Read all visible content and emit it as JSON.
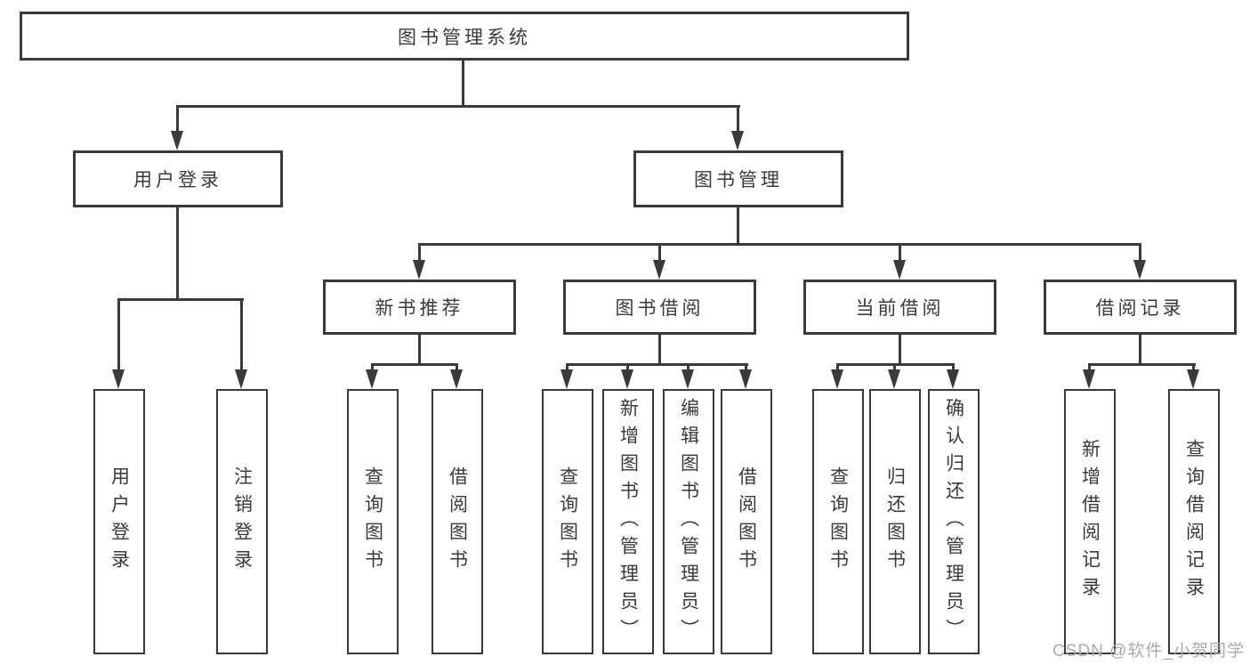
{
  "diagram": {
    "root": "图书管理系统",
    "level2": {
      "user_login": "用户登录",
      "book_mgmt": "图书管理"
    },
    "level3": {
      "new_books": "新书推荐",
      "book_borrow": "图书借阅",
      "current_borrow": "当前借阅",
      "borrow_records": "借阅记录"
    },
    "leaves": {
      "user_login": [
        "用户登录",
        "注销登录"
      ],
      "new_books": [
        "查询图书",
        "借阅图书"
      ],
      "book_borrow": [
        "查询图书",
        "新增图书（管理员）",
        "编辑图书（管理员）",
        "借阅图书"
      ],
      "current_borrow": [
        "查询图书",
        "归还图书",
        "确认归还（管理员）"
      ],
      "borrow_records": [
        "新增借阅记录",
        "查询借阅记录"
      ]
    },
    "watermark": "CSDN @软件_小贺同学"
  },
  "colors": {
    "line": "#3a3a3c",
    "text": "#3a3a3c",
    "watermark": "#aaabaf",
    "background": "#ffffff"
  }
}
